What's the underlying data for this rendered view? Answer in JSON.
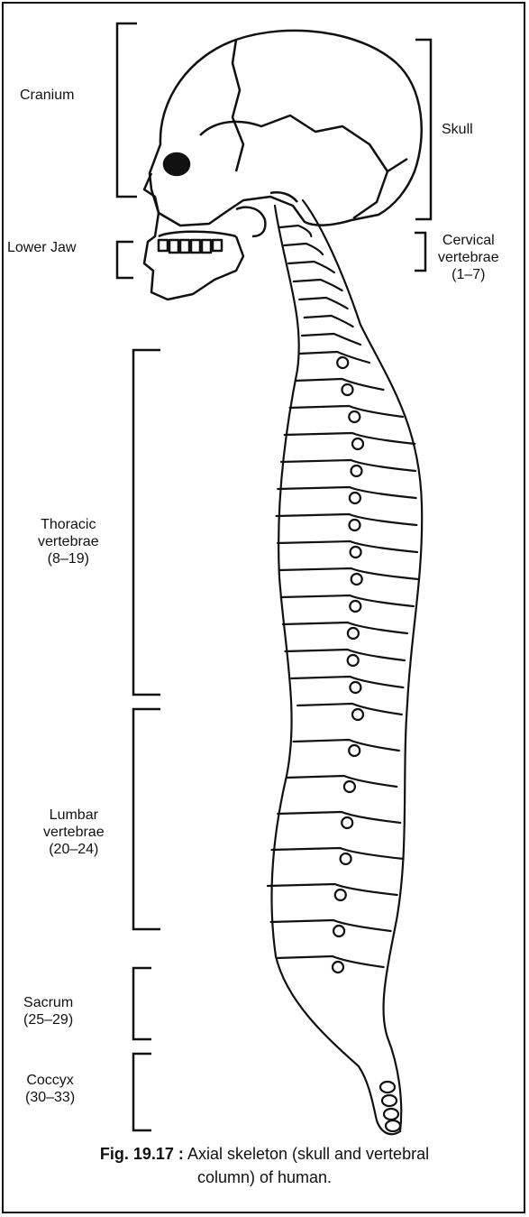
{
  "labels": {
    "cranium": "Cranium",
    "skull": "Skull",
    "lower_jaw": "Lower Jaw",
    "cervical": [
      "Cervical",
      "vertebrae",
      "(1–7)"
    ],
    "thoracic": [
      "Thoracic",
      "vertebrae",
      "(8–19)"
    ],
    "lumbar": [
      "Lumbar",
      "vertebrae",
      "(20–24)"
    ],
    "sacrum": [
      "Sacrum",
      "(25–29)"
    ],
    "coccyx": [
      "Coccyx",
      "(30–33)"
    ]
  },
  "caption": {
    "figure": "Fig. 19.17 :",
    "line1": "Axial skeleton (skull and vertebral",
    "line2": "column) of human."
  }
}
